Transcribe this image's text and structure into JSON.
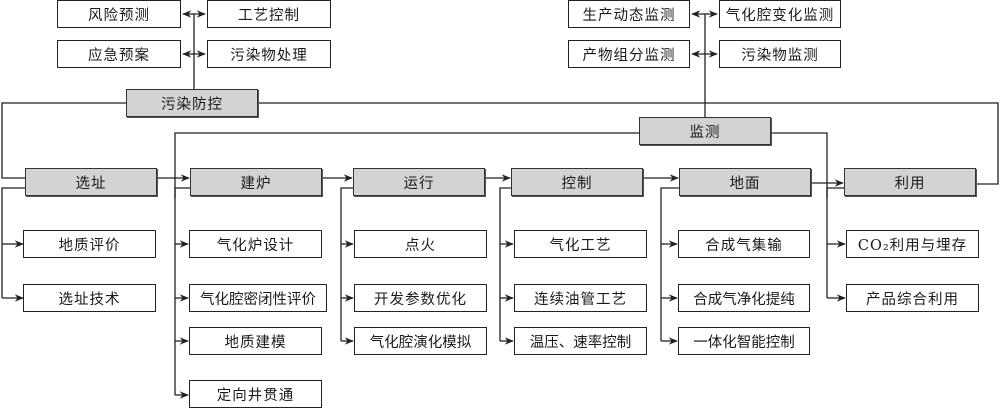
{
  "diagram": {
    "pollution_control": {
      "label": "污染防控",
      "items": [
        "风险预测",
        "工艺控制",
        "应急预案",
        "污染物处理"
      ]
    },
    "monitoring": {
      "label": "监测",
      "items": [
        "生产动态监测",
        "气化腔变化监测",
        "产物组分监测",
        "污染物监测"
      ]
    },
    "stages": [
      {
        "label": "选址",
        "items": [
          "地质评价",
          "选址技术"
        ]
      },
      {
        "label": "建炉",
        "items": [
          "气化炉设计",
          "气化腔密闭性评价",
          "地质建模",
          "定向井贯通"
        ]
      },
      {
        "label": "运行",
        "items": [
          "点火",
          "开发参数优化",
          "气化腔演化模拟"
        ]
      },
      {
        "label": "控制",
        "items": [
          "气化工艺",
          "连续油管工艺",
          "温压、速率控制"
        ]
      },
      {
        "label": "地面",
        "items": [
          "合成气集输",
          "合成气净化提纯",
          "一体化智能控制"
        ]
      },
      {
        "label": "利用",
        "items": [
          "CO₂利用与埋存",
          "产品综合利用"
        ]
      }
    ],
    "colors": {
      "stage_fill": "#d3d3d3",
      "line": "#222222",
      "box_fill": "#ffffff"
    }
  }
}
